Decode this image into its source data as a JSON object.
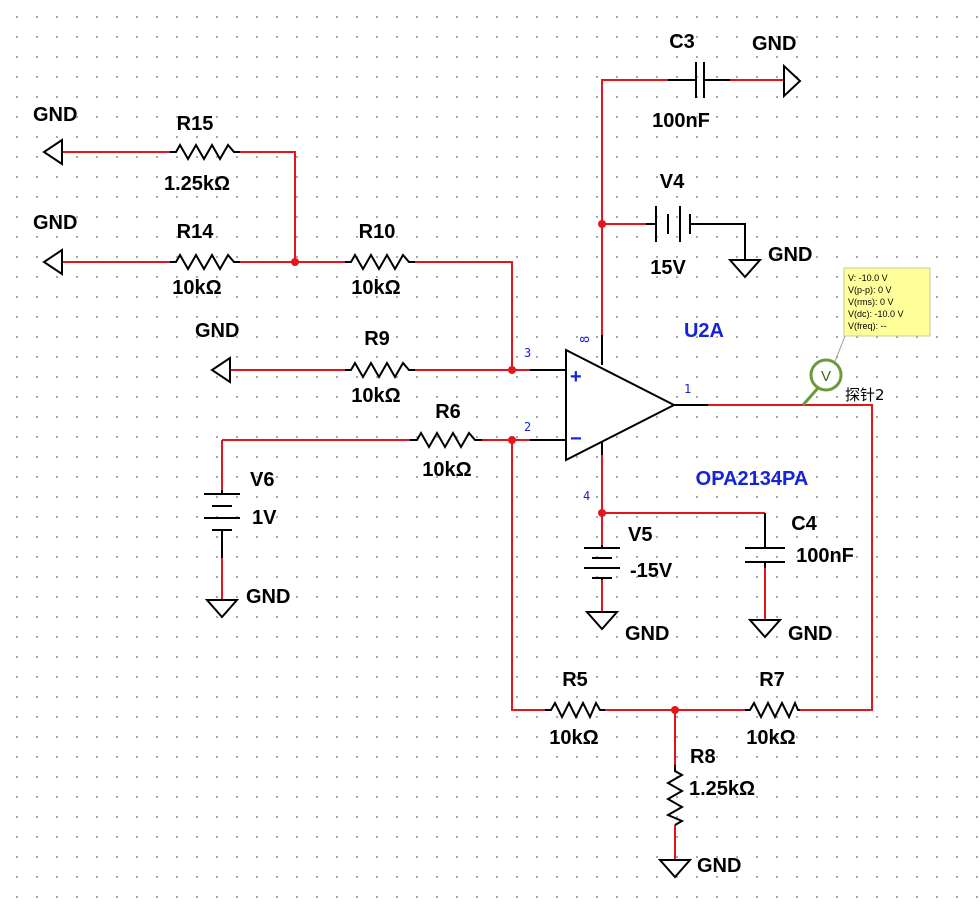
{
  "components": {
    "r15": {
      "ref": "R15",
      "value": "1.25kΩ"
    },
    "r14": {
      "ref": "R14",
      "value": "10kΩ"
    },
    "r10": {
      "ref": "R10",
      "value": "10kΩ"
    },
    "r9": {
      "ref": "R9",
      "value": "10kΩ"
    },
    "r6": {
      "ref": "R6",
      "value": "10kΩ"
    },
    "r5": {
      "ref": "R5",
      "value": "10kΩ"
    },
    "r7": {
      "ref": "R7",
      "value": "10kΩ"
    },
    "r8": {
      "ref": "R8",
      "value": "1.25kΩ"
    },
    "c3": {
      "ref": "C3",
      "value": "100nF"
    },
    "c4": {
      "ref": "C4",
      "value": "100nF"
    },
    "v4": {
      "ref": "V4",
      "value": "15V"
    },
    "v5": {
      "ref": "V5",
      "value": "-15V"
    },
    "v6": {
      "ref": "V6",
      "value": "1V"
    },
    "opamp": {
      "ref": "U2A",
      "part": "OPA2134PA",
      "plus": "+",
      "minus": "−"
    }
  },
  "pins": {
    "p8": "8",
    "p3": "3",
    "p2": "2",
    "p1": "1",
    "p4": "4"
  },
  "ground_label": "GND",
  "probe": {
    "name": "探针2",
    "symbol": "V",
    "readings": [
      "V: -10.0 V",
      "V(p-p): 0 V",
      "V(rms): 0 V",
      "V(dc): -10.0 V",
      "V(freq): --"
    ]
  },
  "colors": {
    "wire": "#e3161b",
    "label_blue": "#1524d8",
    "probe_bg": "#ffff99",
    "probe_ring": "#6b9a3c"
  }
}
